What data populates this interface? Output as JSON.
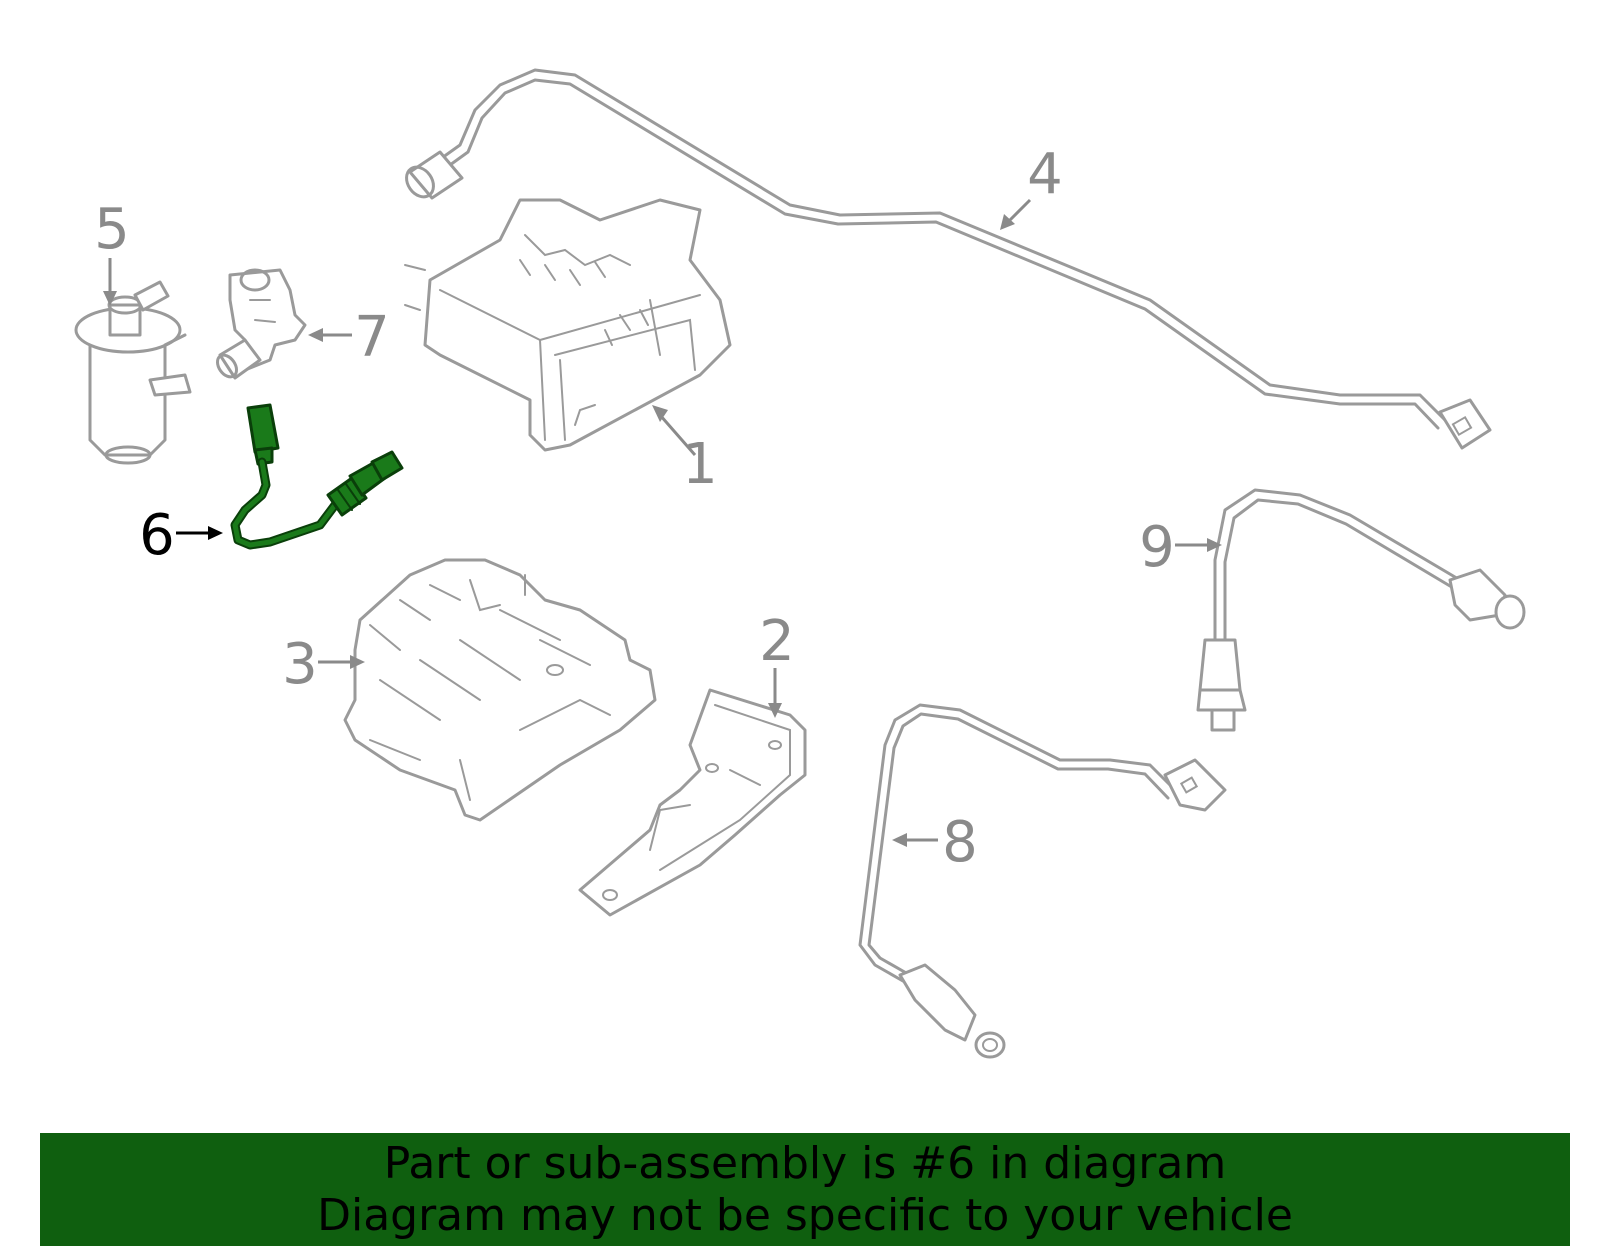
{
  "diagram": {
    "callouts": {
      "c1": "1",
      "c2": "2",
      "c3": "3",
      "c4": "4",
      "c5": "5",
      "c6": "6",
      "c7": "7",
      "c8": "8",
      "c9": "9"
    },
    "highlighted_part": "6",
    "colors": {
      "highlight": "#1a7a1a",
      "line_art": "#9a9a9a",
      "banner": "#0f5f0f"
    }
  },
  "banner": {
    "line1": "Part or sub-assembly is #6 in diagram",
    "line2": "Diagram may not be specific to your vehicle"
  }
}
